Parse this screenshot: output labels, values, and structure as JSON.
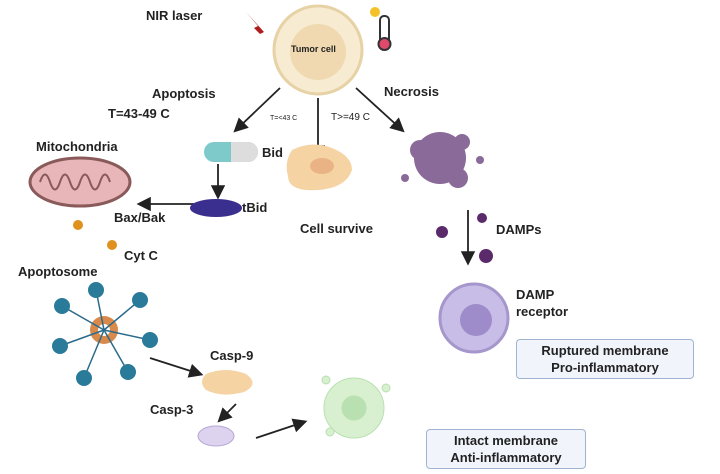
{
  "labels": {
    "nir_laser": "NIR laser",
    "tumor_cell": "Tumor cell",
    "apoptosis": "Apoptosis",
    "apoptosis_temp": "T=43-49 C",
    "necrosis": "Necrosis",
    "low_temp": "T=<43 C",
    "high_temp": "T>=49 C",
    "mitochondria": "Mitochondria",
    "bid": "Bid",
    "tbid": "tBid",
    "bax_bak": "Bax/Bak",
    "cyt_c": "Cyt C",
    "cell_survive": "Cell survive",
    "damps": "DAMPs",
    "damp_receptor_1": "DAMP",
    "damp_receptor_2": "receptor",
    "apoptosome": "Apoptosome",
    "casp9": "Casp-9",
    "casp3": "Casp-3"
  },
  "boxes": {
    "necrosis_1": "Ruptured membrane",
    "necrosis_2": "Pro-inflammatory",
    "apoptosis_1": "Intact membrane",
    "apoptosis_2": "Anti-inflammatory"
  },
  "colors": {
    "laser": "#b01c1c",
    "tumor": "#f3dfb8",
    "necrotic": "#8a6a98",
    "damp": "#5a2a6a",
    "receptor": "#b7a6d6",
    "apoptosome": "#2a7a9a",
    "box_border": "#9fb4d0"
  }
}
